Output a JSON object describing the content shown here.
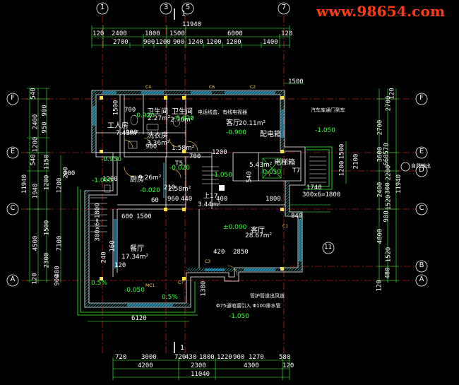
{
  "watermark": "www.98654.com",
  "axes": {
    "top": [
      "1",
      "3",
      "5",
      "7"
    ],
    "left": [
      "F",
      "E",
      "C",
      "A"
    ],
    "right": [
      "F",
      "E",
      "D",
      "C",
      "B",
      "A"
    ],
    "section_mark": "1",
    "detail_mark": "11"
  },
  "dims": {
    "top_total": "11940",
    "top_row1": [
      "120",
      "2400",
      "1800",
      "1500",
      "6000",
      "120"
    ],
    "top_row2": [
      "2700",
      "900",
      "1200",
      "900",
      "1240",
      "1200",
      "1200",
      "1400"
    ],
    "top_small": "1500",
    "bottom_total": "11040",
    "bottom_row1": [
      "720",
      "3000",
      "720",
      "430",
      "1800",
      "1220",
      "900",
      "1270",
      "580"
    ],
    "bottom_row2": [
      "4200",
      "2300",
      "4300",
      "120"
    ],
    "bottom_6120": "6120",
    "left_total": "11940",
    "left_row1": [
      "540",
      "2400",
      "1200",
      "540",
      "1940",
      "4500",
      "120"
    ],
    "left_row2": [
      "900",
      "950",
      "1150",
      "1200",
      "1500",
      "2300",
      "480",
      "900"
    ],
    "left_row3": [
      "1200",
      "200",
      "7100"
    ],
    "right_total": "11940",
    "right_row1": [
      "2700",
      "3600",
      "2400",
      "4800",
      "120"
    ],
    "right_row2": [
      "2700",
      "660",
      "570",
      "2200",
      "300",
      "1520",
      "900",
      "1520",
      "480"
    ],
    "right_inner": [
      "1500",
      "1200",
      "2100",
      "120"
    ],
    "interior": [
      "1500",
      "700",
      "900",
      "900",
      "1200",
      "540",
      "1800",
      "1740",
      "300x6=1800",
      "840",
      "1200",
      "200",
      "600",
      "1500",
      "960",
      "440",
      "400",
      "700",
      "210",
      "2850",
      "420",
      "1380",
      "240",
      "160",
      "300x6=1800",
      "60",
      "120"
    ]
  },
  "rooms": [
    {
      "name": "工人房",
      "area": "7.43m²"
    },
    {
      "name": "卫生间",
      "area": "2.27m²"
    },
    {
      "name": "卫生间",
      "area": "2.76m²"
    },
    {
      "name": "洗衣房",
      "area": "3.36m²"
    },
    {
      "name": "",
      "area": "1.58m²"
    },
    {
      "name": "客厅",
      "area": "20.11m²"
    },
    {
      "name": "配电箱",
      "area": ""
    },
    {
      "name": "厨房",
      "area": "9.26m²"
    },
    {
      "name": "",
      "area": "2.58m²"
    },
    {
      "name": "",
      "area": "3.44m²"
    },
    {
      "name": "电梯箱",
      "area": ""
    },
    {
      "name": "",
      "area": "5.43m²"
    },
    {
      "name": "客厅",
      "area": "28.67m²"
    },
    {
      "name": "餐厅",
      "area": "17.34m²"
    }
  ],
  "levels": [
    "-0.920",
    "-0.920",
    "-0.900",
    "-1.050",
    "-1.050",
    "-0.950",
    "-0.020",
    "-0.050",
    "-0.020",
    "-1.050",
    "±0.000",
    "-0.050",
    "-1.050"
  ],
  "labels": {
    "slope1": "0.5%",
    "slope2": "0.5%",
    "stair_up": "上17",
    "t5": "T5",
    "t7": "T7",
    "c1": "C1",
    "c2": "C2",
    "c3": "C3",
    "c4": "C4",
    "c6": "C6",
    "c7": "C7",
    "mc1": "MC1"
  },
  "notes": {
    "bathroom_fix": "电话线盒、有线电视器",
    "car_gate": "汽车库通门到车",
    "garage_below": "自然输出",
    "pipe_note": "管护管道出风道",
    "drain_note": "Φ75通地漏引入 Φ100排水管"
  }
}
